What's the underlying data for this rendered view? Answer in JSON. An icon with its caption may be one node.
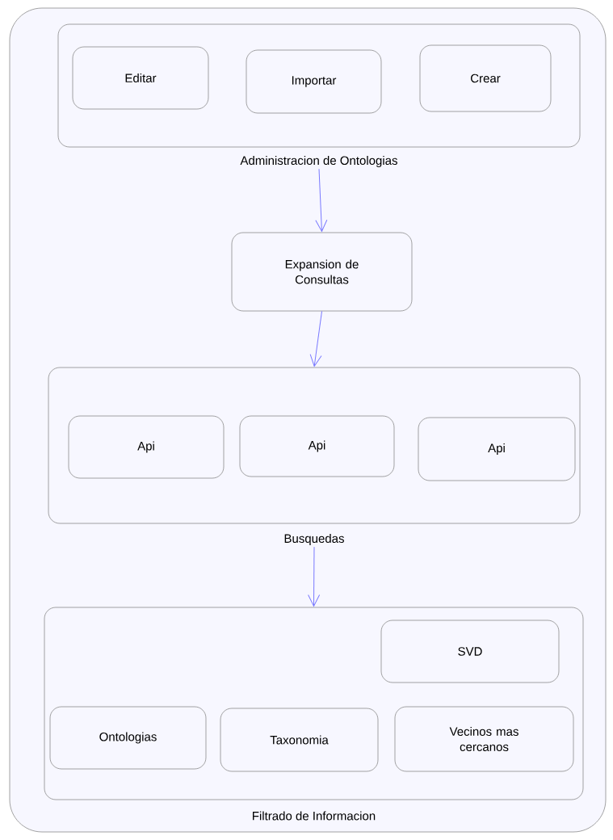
{
  "diagram": {
    "nodes": [
      {
        "text": [],
        "shape": "box"
      },
      {
        "text": [
          "Administracion de Ontologias"
        ],
        "in": 0
      },
      {
        "text": [
          "Editar"
        ],
        "in": 1
      },
      {
        "text": [
          "Importar"
        ],
        "in": 1
      },
      {
        "text": [
          "Crear"
        ],
        "in": 1
      },
      {
        "text": [
          "Expansion de Consultas"
        ],
        "in": 0
      },
      {
        "text": [
          "Busquedas"
        ],
        "in": 0
      },
      {
        "text": [
          "Api"
        ],
        "in": 6
      },
      {
        "text": [
          "Api"
        ],
        "in": 6
      },
      {
        "text": [
          "Api"
        ],
        "in": 6
      },
      {
        "text": [
          "Filtrado de Informacion"
        ],
        "in": 0
      },
      {
        "text": [
          "SVD"
        ],
        "in": 10
      },
      {
        "text": [
          "Ontologias"
        ],
        "in": 10
      },
      {
        "text": [
          "Taxonomia"
        ],
        "in": 10
      },
      {
        "text": [
          "Vecinos mas cercanos"
        ],
        "in": 10
      }
    ],
    "edges": [
      {
        "from": 1,
        "to": 5,
        "arrow": "to"
      },
      {
        "from": 5,
        "to": 6,
        "arrow": "to"
      },
      {
        "from": 6,
        "to": 10,
        "arrow": "to"
      }
    ]
  }
}
